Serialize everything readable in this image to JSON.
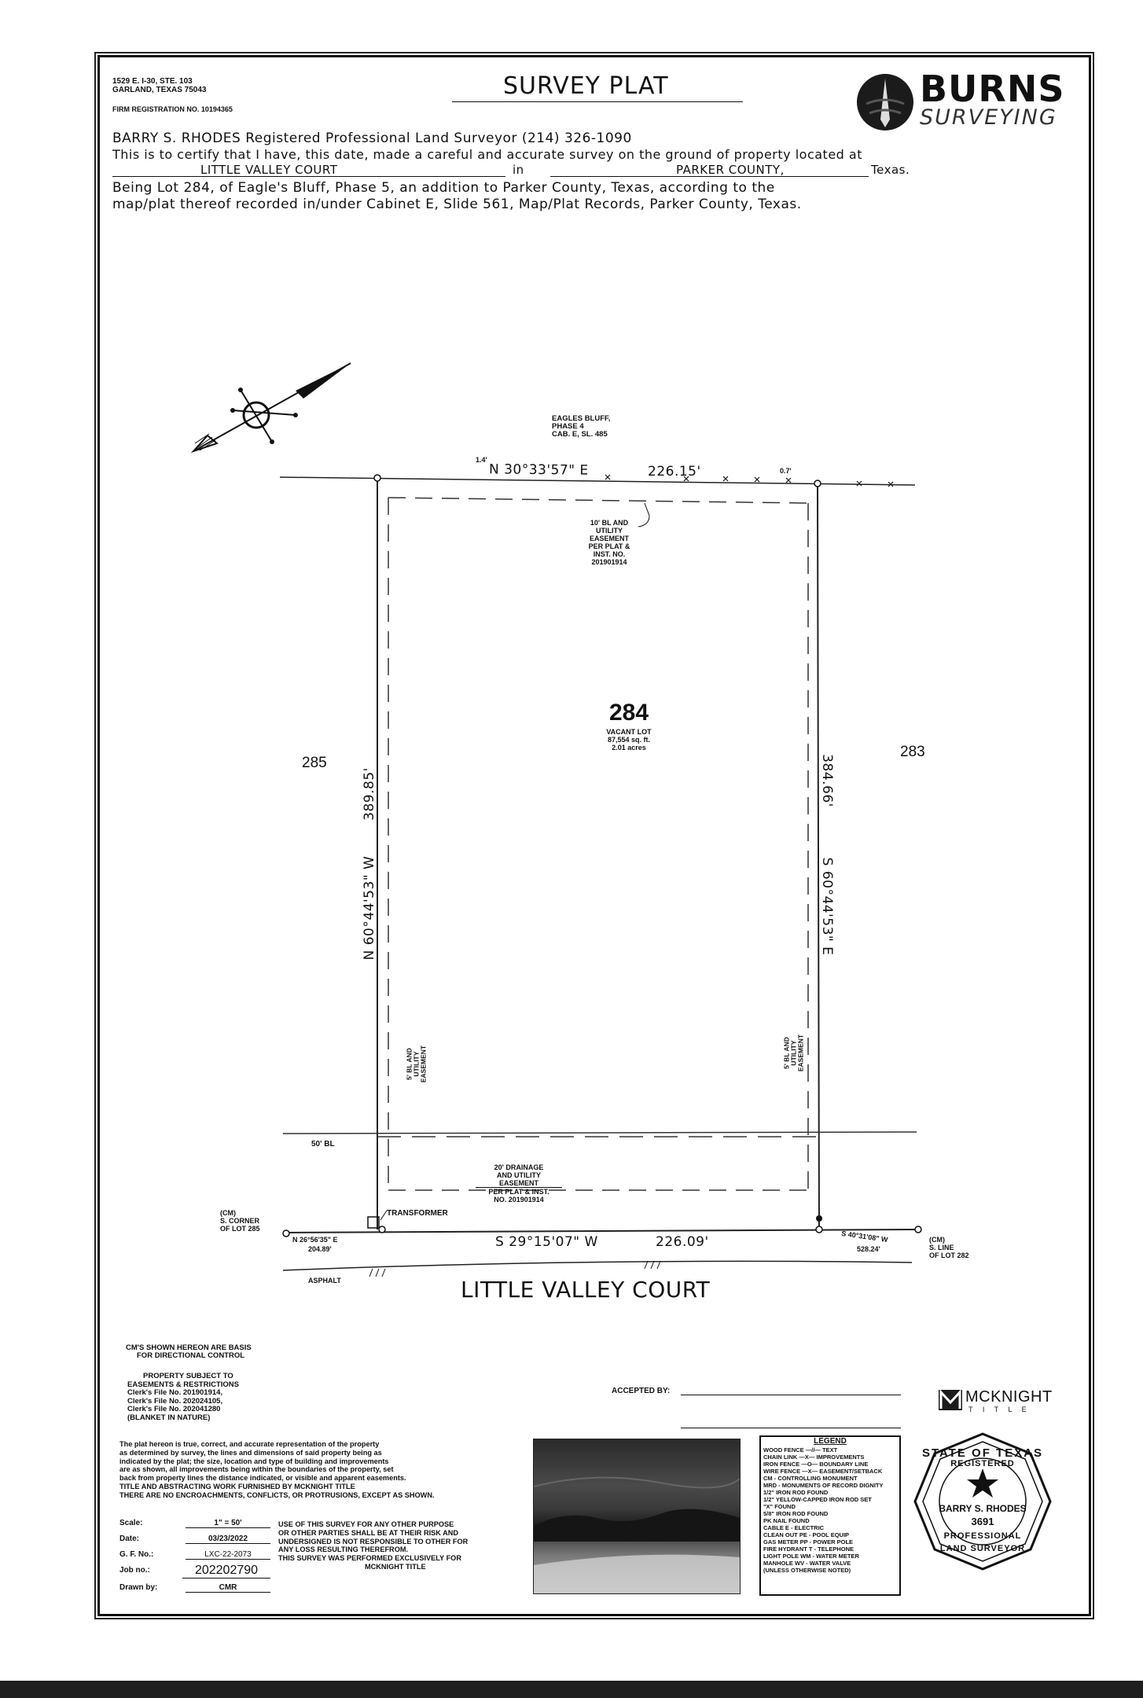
{
  "header": {
    "address_line1": "1529 E. I-30, STE. 103",
    "address_line2": "GARLAND, TEXAS 75043",
    "firm_registration": "FIRM REGISTRATION NO. 10194365",
    "title": "SURVEY PLAT",
    "logo_main": "BURNS",
    "logo_sub": "SURVEYING"
  },
  "certification": {
    "surveyor_line": "BARRY S. RHODES Registered Professional Land Surveyor (214) 326-1090",
    "certify_text": "This is to certify that I have, this date, made a careful and accurate survey on the ground of property located at",
    "street": "LITTLE VALLEY COURT",
    "in_word": "in",
    "county": "PARKER COUNTY,",
    "state": "Texas.",
    "legal_line1": "Being Lot 284, of Eagle's Bluff, Phase 5, an addition to Parker County, Texas, according to the",
    "legal_line2": "map/plat thereof recorded in/under Cabinet E, Slide 561, Map/Plat Records, Parker County, Texas."
  },
  "plat": {
    "adjacent_north_1": "EAGLES BLUFF,",
    "adjacent_north_2": "PHASE 4",
    "adjacent_north_3": "CAB. E, SL. 485",
    "north_call": "N 30°33'57\" E",
    "north_distance": "226.15'",
    "north_offset": "0.7'",
    "offset_left": "1.4'",
    "bl_note": [
      "10' BL AND",
      "UTILITY",
      "EASEMENT",
      "PER PLAT &",
      "INST. NO.",
      "201901914"
    ],
    "lot_number": "284",
    "lot_desc": "VACANT LOT",
    "lot_area_sqft": "87,554 sq. ft.",
    "lot_area_acres": "2.01 acres",
    "west_lot": "285",
    "east_lot": "283",
    "west_distance": "389.85'",
    "west_call": "N 60°44'53\" W",
    "east_distance": "384.66'",
    "east_call": "S 60°44'53\" E",
    "west_easement": [
      "5' BL AND",
      "UTILITY",
      "EASEMENT"
    ],
    "east_easement": [
      "5' BL AND",
      "UTILITY",
      "EASEMENT"
    ],
    "bl50": "50' BL",
    "drainage": [
      "20' DRAINAGE",
      "AND UTILITY",
      "EASEMENT",
      "PER PLAT & INST.",
      "NO. 201901914"
    ],
    "transformer": "TRANSFORMER",
    "cm_left": [
      "(CM)",
      "S. CORNER",
      "OF LOT 285"
    ],
    "sw_call": "N 26°56'35\" E",
    "sw_distance": "204.89'",
    "south_call": "S 29°15'07\" W",
    "south_distance": "226.09'",
    "se_call": "S 40°31'08\" W",
    "se_distance": "528.24'",
    "cm_right": [
      "(CM)",
      "S. LINE",
      "OF LOT 282"
    ],
    "asphalt": "ASPHALT",
    "street_name": "LITTLE VALLEY COURT"
  },
  "notes": {
    "cm_basis": [
      "CM'S SHOWN HEREON ARE BASIS",
      "FOR DIRECTIONAL CONTROL"
    ],
    "subject": [
      "PROPERTY SUBJECT TO",
      "EASEMENTS & RESTRICTIONS",
      "Clerk's File No. 201901914,",
      "Clerk's File No. 202024105,",
      "Clerk's File No. 202041280",
      "(BLANKET IN NATURE)"
    ],
    "statement": [
      "The plat hereon is true, correct, and accurate representation of the property",
      "as determined by survey, the lines and dimensions of said property being as",
      "indicated by the plat; the size, location and type of building and improvements",
      "are as shown, all improvements being within the boundaries of the property, set",
      "back from property lines the distance indicated, or visible and apparent easements.",
      "TITLE AND ABSTRACTING WORK FURNISHED BY MCKNIGHT TITLE",
      "THERE ARE NO ENCROACHMENTS, CONFLICTS, OR PROTRUSIONS, EXCEPT AS SHOWN."
    ],
    "use_note": [
      "USE OF THIS SURVEY FOR ANY OTHER PURPOSE",
      "OR OTHER PARTIES SHALL BE AT THEIR RISK AND",
      "UNDERSIGNED IS NOT RESPONSIBLE TO OTHER FOR",
      "ANY LOSS RESULTING THEREFROM.",
      "THIS SURVEY WAS PERFORMED EXCLUSIVELY FOR",
      "MCKNIGHT TITLE"
    ]
  },
  "job_info": {
    "scale_label": "Scale:",
    "scale_value": "1\" = 50'",
    "date_label": "Date:",
    "date_value": "03/23/2022",
    "gf_label": "G. F. No.:",
    "gf_value": "LXC-22-2073",
    "job_label": "Job no.:",
    "job_value": "202202790",
    "drawn_label": "Drawn by:",
    "drawn_value": "CMR"
  },
  "accepted_label": "ACCEPTED BY:",
  "title_company": {
    "name": "MCKNIGHT",
    "sub": "T I T L E"
  },
  "legend": {
    "title": "LEGEND",
    "items": [
      "WOOD FENCE  —//—  TEXT",
      "CHAIN LINK  —X—  IMPROVEMENTS",
      "IRON FENCE  —O—  BOUNDARY LINE",
      "WIRE FENCE  —X—  EASEMENT/SETBACK",
      "CM - CONTROLLING MONUMENT",
      "MRD - MONUMENTS OF RECORD DIGNITY",
      "1/2\" IRON ROD FOUND",
      "1/2\" YELLOW-CAPPED IRON ROD SET",
      "\"X\" FOUND",
      "5/8\" IRON ROD FOUND",
      "PK NAIL FOUND",
      "CABLE      E - ELECTRIC",
      "CLEAN OUT  PE - POOL EQUIP",
      "GAS METER  PP - POWER POLE",
      "FIRE HYDRANT  T - TELEPHONE",
      "LIGHT POLE  WM - WATER METER",
      "MANHOLE  WV - WATER VALVE",
      "(UNLESS OTHERWISE NOTED)"
    ]
  },
  "seal": {
    "top": "STATE OF TEXAS",
    "registered": "REGISTERED",
    "name": "BARRY S. RHODES",
    "number": "3691",
    "bottom1": "PROFESSIONAL",
    "bottom2": "LAND SURVEYOR"
  }
}
